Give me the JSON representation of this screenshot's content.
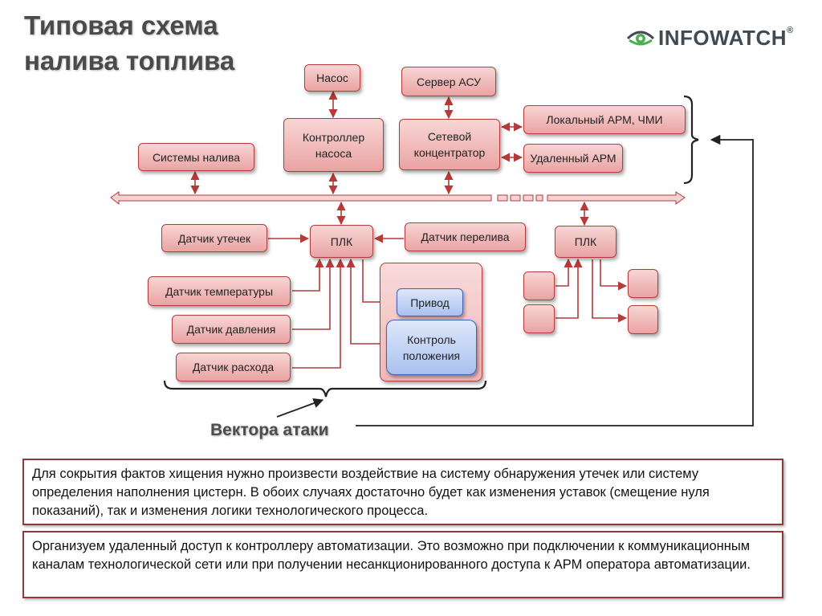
{
  "slide": {
    "title_line1": "Типовая схема",
    "title_line2": "налива топлива"
  },
  "logo": {
    "text": "INFOWATCH",
    "reg": "®",
    "icon": "eye-icon"
  },
  "nodes": {
    "pump": "Насос",
    "asu_server": "Сервер АСУ",
    "pump_controller": "Контроллер насоса",
    "network_hub": "Сетевой концентратор",
    "local_arm": "Локальный АРМ, ЧМИ",
    "remote_arm": "Удаленный АРМ",
    "filling_systems": "Системы налива",
    "plc_main": "ПЛК",
    "plc_second": "ПЛК",
    "leak_sensor": "Датчик утечек",
    "overflow_sensor": "Датчик перелива",
    "temperature_sensor": "Датчик температуры",
    "pressure_sensor": "Датчик давления",
    "flow_sensor": "Датчик расхода",
    "actuator": "Привод",
    "position_control": "Контроль положения"
  },
  "attack_label": "Вектора атаки",
  "notes": [
    "Для сокрытия фактов хищения нужно произвести воздействие на систему обнаружения утечек или систему определения наполнения цистерн. В обоих случаях достаточно будет как изменения уставок (смещение нуля показаний), так и изменения логики технологического процесса.",
    "Организуем удаленный доступ к контроллеру автоматизации. Это возможно при подключении к коммуникационным каналам технологической сети или при получении несанкционированного доступа к АРМ оператора автоматизации."
  ],
  "colors": {
    "box_fill": "#eaa3a3",
    "box_border": "#b53a3a",
    "blue_box_fill": "#a9c0ee",
    "line": "#b53a3a",
    "note_border": "#8c3a3a"
  }
}
